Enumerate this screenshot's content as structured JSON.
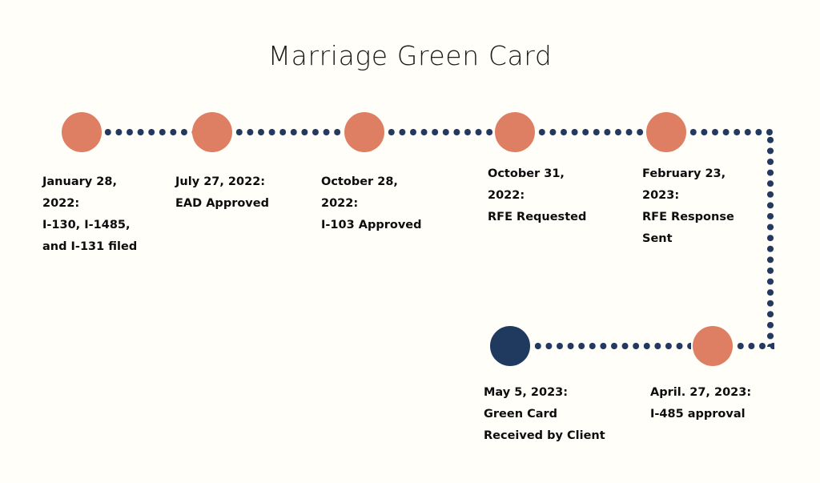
{
  "diagram": {
    "title": "Marriage Green Card",
    "background_color": "#FFFEF9",
    "node_color_primary": "#DE7F63",
    "node_color_final": "#20395F",
    "connector_color": "#24395F",
    "connector_style": "dotted"
  },
  "milestones": [
    {
      "id": "i-130-filed",
      "date": "January 28, 2022:",
      "event": "I-130, I-1485,\nand I-131 filed",
      "label": "January 28,\n2022:\nI-130, I-1485,\nand I-131 filed",
      "color": "#DE7F63",
      "row": "top",
      "order": 1
    },
    {
      "id": "ead-approved",
      "date": "July 27, 2022:",
      "event": "EAD Approved",
      "label": "July 27, 2022:\nEAD Approved",
      "color": "#DE7F63",
      "row": "top",
      "order": 2
    },
    {
      "id": "i-103-approved",
      "date": "October 28, 2022:",
      "event": "I-103 Approved",
      "label": "October 28,\n2022:\nI-103 Approved",
      "color": "#DE7F63",
      "row": "top",
      "order": 3
    },
    {
      "id": "rfe-requested",
      "date": "October 31, 2022:",
      "event": "RFE Requested",
      "label": "October 31,\n2022:\nRFE Requested",
      "color": "#DE7F63",
      "row": "top",
      "order": 4
    },
    {
      "id": "rfe-response-sent",
      "date": "February 23, 2023:",
      "event": "RFE Response Sent",
      "label": "February 23,\n2023:\nRFE Response\nSent",
      "color": "#DE7F63",
      "row": "top",
      "order": 5
    },
    {
      "id": "i-485-approval",
      "date": "April. 27, 2023:",
      "event": "I-485 approval",
      "label": "April. 27, 2023:\nI-485 approval",
      "color": "#DE7F63",
      "row": "bottom",
      "order": 6
    },
    {
      "id": "green-card-received",
      "date": "May 5, 2023:",
      "event": "Green Card Received by Client",
      "label": "May 5, 2023:\nGreen Card\nReceived by Client",
      "color": "#20395F",
      "row": "bottom",
      "order": 7
    }
  ]
}
